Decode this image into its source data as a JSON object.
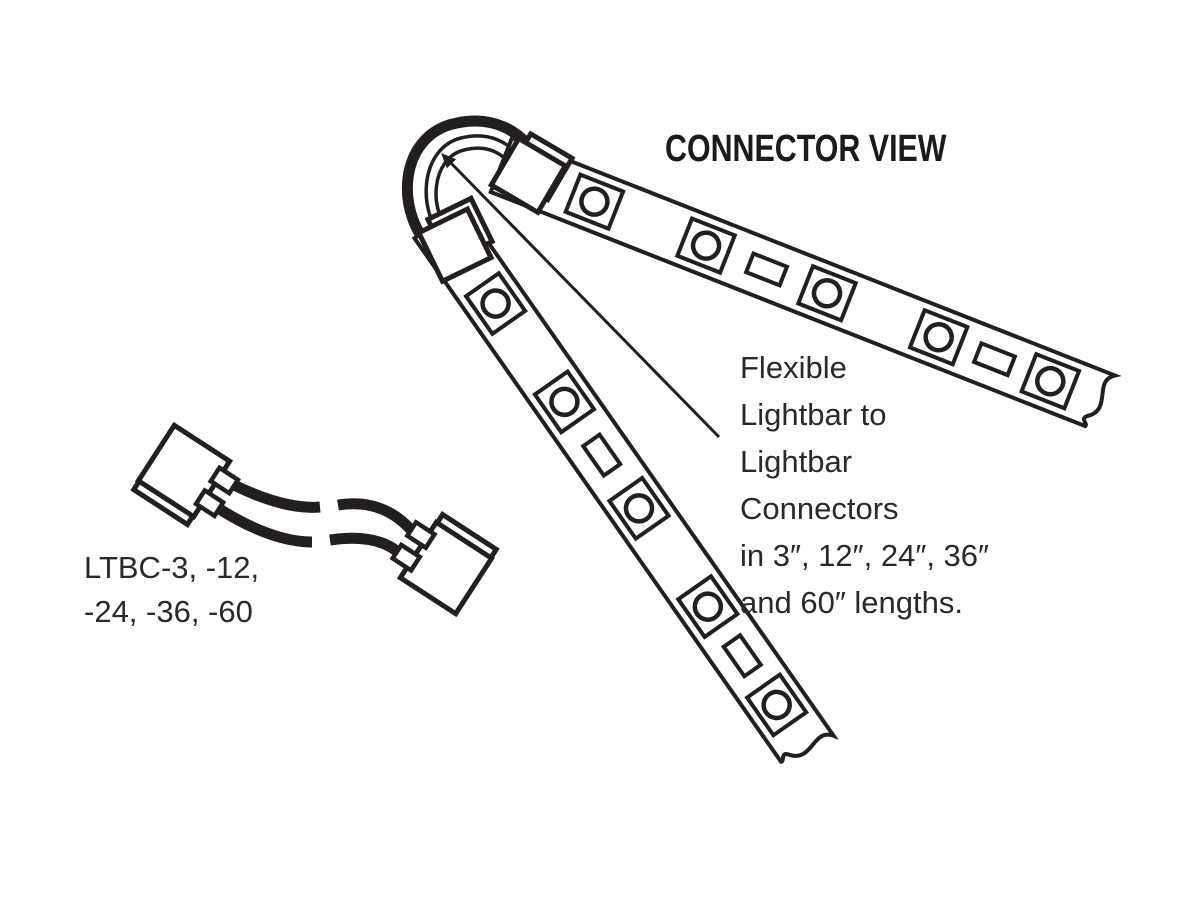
{
  "page": {
    "background": "#ffffff",
    "ink_color": "#231f20"
  },
  "header": {
    "title": "CONNECTOR VIEW"
  },
  "description": {
    "lines": [
      "Flexible",
      "Lightbar to",
      "Lightbar",
      "Connectors",
      "in 3″, 12″, 24″, 36″",
      "and 60″ lengths."
    ]
  },
  "connector_cable": {
    "model_label_line1": "LTBC-3, -12,",
    "model_label_line2": "-24, -36, -60"
  },
  "icons": {
    "lightbar_strip_top": "lightbar-strip",
    "lightbar_strip_bottom": "lightbar-strip",
    "led_module": "led-module-icon",
    "resistor_pad": "resistor-pad-icon",
    "connector_block": "connector-block-icon",
    "wire_loop": "flexible-wire-loop-icon",
    "pointer_arrow": "pointer-arrow-icon",
    "cable_wires": "broken-cable-wires-icon"
  }
}
